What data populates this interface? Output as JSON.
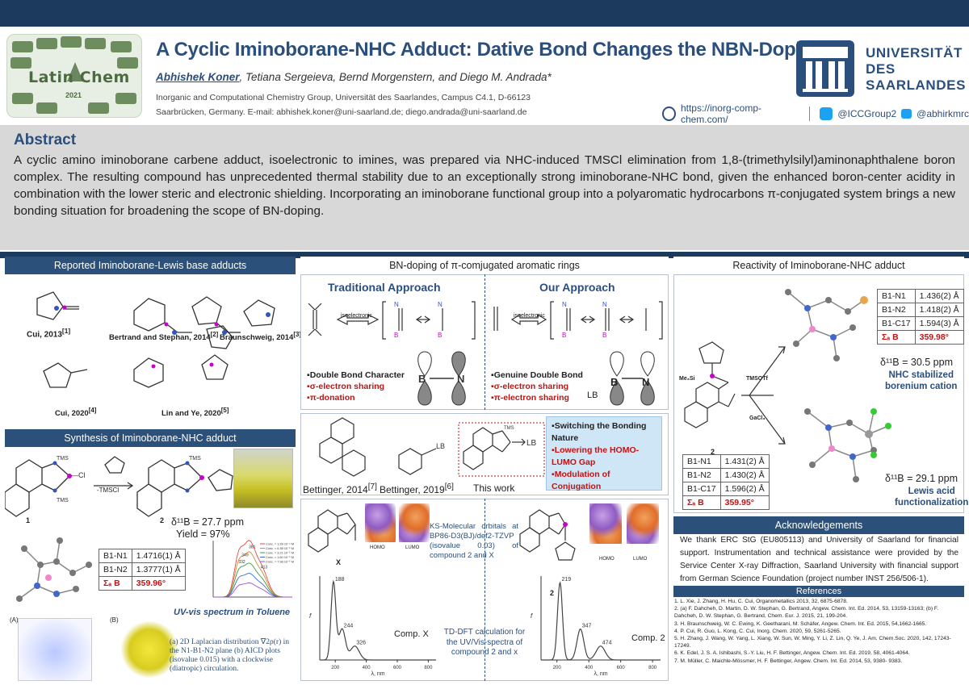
{
  "header": {
    "logo_text": "Latin Chem",
    "logo_year": "2021",
    "title": "A Cyclic Iminoborane-NHC Adduct: Dative Bond Changes the NBN-Doping",
    "first_author": "Abhishek Koner",
    "other_authors": ", Tetiana Sergeieva, Bernd Morgenstern, and Diego M. Andrada*",
    "affiliation": "Inorganic and Computational Chemistry Group, Universität des Saarlandes, Campus C4.1, D-66123 Saarbrücken, Germany. E-mail: abhishek.koner@uni-saarland.de; diego.andrada@uni-saarland.de",
    "university_line1": "UNIVERSITÄT",
    "university_line2": "DES",
    "university_line3": "SAARLANDES",
    "website": "https://inorg-comp-chem.com/",
    "twitter1": "@ICCGroup2",
    "twitter2": "@abhirkmrc"
  },
  "abstract": {
    "heading": "Abstract",
    "text": "A cyclic amino iminoborane carbene adduct, isoelectronic to imines, was prepared via NHC-induced TMSCl elimination from 1,8-(trimethylsilyl)aminonaphthalene boron complex. The resulting compound has unprecedented thermal stability due to an exceptionally strong iminoborane-NHC bond, given the enhanced boron-center acidity in combination with the lower steric and electronic shielding. Incorporating an iminoborane functional group into a polyaromatic hydrocarbons π-conjugated system brings a new bonding situation for broadening the scope of BN-doping."
  },
  "left": {
    "reported_heading": "Reported Iminoborane-Lewis base adducts",
    "ref_cui2013": "Cui, 2013",
    "ref_cui2013_sup": "[1]",
    "ref_bertrand": "Bertrand and Stephan, 2014",
    "ref_bertrand_sup": "[2]",
    "ref_braun": "Braunschweig, 2014",
    "ref_braun_sup": "[3]",
    "ref_cui2020": "Cui, 2020",
    "ref_cui2020_sup": "[4]",
    "ref_lin": "Lin and Ye, 2020",
    "ref_lin_sup": "[5]",
    "synthesis_heading": "Synthesis of Iminoborane-NHC adduct",
    "reagent": "-TMSCl",
    "compound1": "1",
    "compound2": "2",
    "nmr_b": "δ¹¹B = 27.7 ppm",
    "yield": "Yield = 97%",
    "table": [
      [
        "B1-N1",
        "1.4716(1) Å"
      ],
      [
        "B1-N2",
        "1.3777(1) Å"
      ],
      [
        "Σₐ B",
        "359.96°"
      ]
    ],
    "uv_caption": "UV-vis spectrum in Toluene",
    "uv_legend": [
      "Conc. = 1.28·10⁻⁴ M",
      "Conc. = 6.38·10⁻⁵ M",
      "Conc. = 3.21·10⁻⁵ M",
      "Conc. = 1.60·10⁻⁵ M",
      "Conc. = 7.98·10⁻⁶ M"
    ],
    "uv_peaks": [
      "381",
      "349",
      "332",
      "413"
    ],
    "panel_a": "(A)",
    "panel_b": "(B)",
    "laplacian_caption": "(a) 2D Laplacian distribution ∇2ρ(r) in the N1-B1-N2 plane (b) AICD plots (isovalue 0.015) with a clockwise (diatropic) circulation."
  },
  "middle": {
    "heading": "BN-doping of π-comjugated aromatic rings",
    "traditional_title": "Traditional Approach",
    "our_title": "Our Approach",
    "isoelectronic": "isoelectronic",
    "trad_bullets": [
      "▪Double Bond Character",
      "▪σ-electron sharing",
      "▪π-donation"
    ],
    "our_bullets": [
      "▪Genuine Double Bond",
      "▪σ-electron sharing",
      "▪π-electron sharing"
    ],
    "lb": "LB",
    "b_label": "B",
    "n_label": "N",
    "ref_bett2014": "Bettinger, 2014",
    "ref_bett2014_sup": "[7]",
    "ref_bett2019": "Bettinger, 2019",
    "ref_bett2019_sup": "[6]",
    "this_work": "This work",
    "tms": "TMS",
    "switch_box": [
      "▪Switching the Bonding Nature",
      "▪Lowering the HOMO-LUMO Gap",
      "▪Modulation of Conjugation"
    ],
    "ks_caption": "KS-Molecular orbitals at BP86-D3(BJ)/def2-TZVP (isovalue 0.03) of compound 2 and X",
    "homo": "HOMO",
    "lumo": "LUMO",
    "compX_label": "X",
    "comp2_label": "2",
    "td_caption": "TD-DFT calculation for the UV/Vis-spectra of compound 2 and x",
    "compX_legend": "Comp. X",
    "comp2_legend": "Comp. 2",
    "xlabel": "λ, nm",
    "ylabel": "f",
    "specX_peaks": [
      "188",
      "244",
      "326"
    ],
    "spec2_peaks": [
      "219",
      "347",
      "474"
    ],
    "x_ticks": [
      "200",
      "400",
      "600",
      "800"
    ]
  },
  "right": {
    "reactivity_heading": "Reactivity of Iminoborane-NHC adduct",
    "reagent1": "TMSOTf",
    "reagent2": "GaCl₃",
    "compound2": "2",
    "me3si": "Me₃Si",
    "table1": [
      [
        "B1-N1",
        "1.436(2) Å"
      ],
      [
        "B1-N2",
        "1.418(2) Å"
      ],
      [
        "B1-C17",
        "1.594(3) Å"
      ],
      [
        "Σₐ B",
        "359.98°"
      ]
    ],
    "nmr1": "δ¹¹B = 30.5 ppm",
    "result1_line1": "NHC stabilized",
    "result1_line2": "borenium cation",
    "table2": [
      [
        "B1-N1",
        "1.431(2) Å"
      ],
      [
        "B1-N2",
        "1.430(2) Å"
      ],
      [
        "B1-C17",
        "1.596(2) Å"
      ],
      [
        "Σₐ B",
        "359.95°"
      ]
    ],
    "nmr2": "δ¹¹B = 29.1 ppm",
    "result2_line1": "Lewis acid",
    "result2_line2": "functionalization",
    "ack_heading": "Acknowledgements",
    "ack_text": "We thank ERC StG (EU805113) and University of Saarland for financial support. Instrumentation and technical assistance were provided by the Service Center X-ray Diffraction, Saarland University with financial support from German Science Foundation (project number INST 256/506-1).",
    "refs_heading": "References",
    "refs": [
      "1. L. Xie, J. Zhang, H. Hu, C. Cui, Organometallics 2013, 32, 6875-6878.",
      "2. (a) F. Dahcheh, D. Martin, D. W. Stephan, G. Bertrand, Angew. Chem. Int. Ed. 2014, 53, 13159-13163; (b) F. Dahcheh, D. W. Stephan, G. Bertrand, Chem. Eur. J. 2015, 21, 199-204.",
      "3. H. Braunschweig, W. C. Ewing, K. Geetharani, M. Schäfer, Angew. Chem. Int. Ed. 2015, 54,1662-1665.",
      "4. P. Cui, R. Guo, L. Kong, C. Cui, Inorg. Chem. 2020, 59, 5261-5265.",
      "5. H. Zhang, J. Wang, W. Yang, L. Xiang, W. Sun, W. Ming, Y. Li, Z. Lin, Q. Ye, J. Am. Chem.Soc. 2020, 142, 17243-17249.",
      "6. K. Edel, J. S. A. Ishibashi, S.-Y. Liu, H. F. Bettinger, Angew. Chem. Int. Ed. 2019, 58, 4061-4064.",
      "7. M. Müller, C. Maichle-Mössmer, H. F. Bettinger, Angew. Chem. Int. Ed. 2014, 53, 9380-    9383."
    ]
  },
  "colors": {
    "navy": "#1c3a5e",
    "section": "#2b5079",
    "title": "#2b4f7d",
    "red": "#c31212",
    "abstract_bg": "#d8d8d8"
  }
}
